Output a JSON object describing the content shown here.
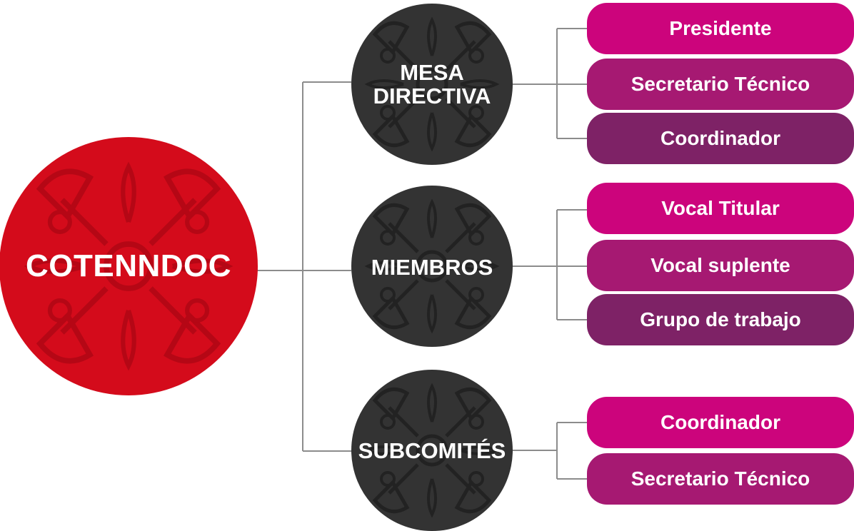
{
  "colors": {
    "root": "#d40b1b",
    "node": "#333333",
    "pink": "#cc047c",
    "mid": "#a61972",
    "plum": "#7e2266",
    "connector": "#8c8c8c"
  },
  "root": {
    "label": "COTENNDOC"
  },
  "nodes": [
    {
      "label_lines": [
        "MESA",
        "DIRECTIVA"
      ],
      "items": [
        "Presidente",
        "Secretario Técnico",
        "Coordinador"
      ]
    },
    {
      "label_lines": [
        "MIEMBROS"
      ],
      "items": [
        "Vocal Titular",
        "Vocal suplente",
        "Grupo de trabajo"
      ]
    },
    {
      "label_lines": [
        "SUBCOMITÉS"
      ],
      "items": [
        "Coordinador",
        "Secretario Técnico"
      ]
    }
  ]
}
